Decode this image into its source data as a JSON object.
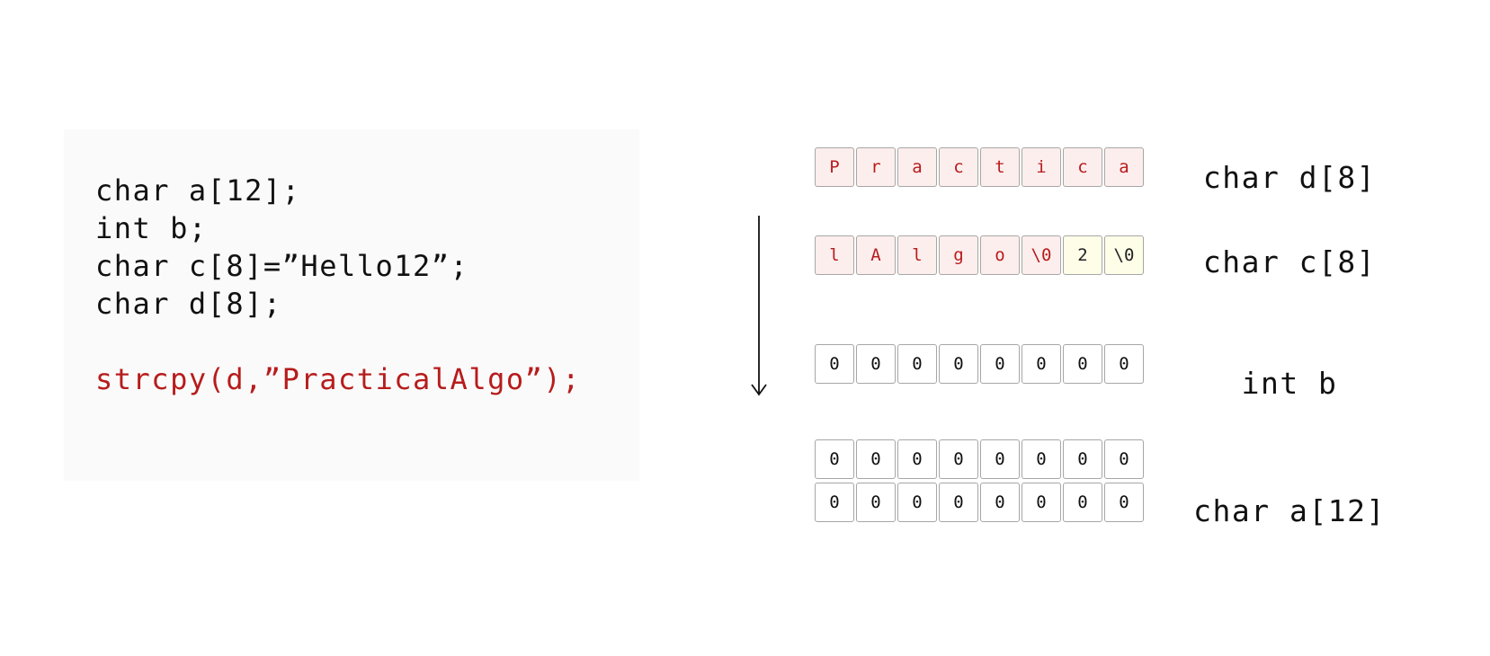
{
  "code": {
    "lines": [
      "char a[12];",
      "int b;",
      "char c[8]=”Hello12”;",
      "char d[8];"
    ],
    "highlight": "strcpy(d,”PracticalAlgo”);"
  },
  "memory": {
    "d": {
      "label": "char d[8]",
      "cells": [
        "P",
        "r",
        "a",
        "c",
        "t",
        "i",
        "c",
        "a"
      ]
    },
    "c": {
      "label": "char c[8]",
      "cells": [
        "l",
        "A",
        "l",
        "g",
        "o",
        "\\0",
        "2",
        "\\0"
      ]
    },
    "b": {
      "label": "int b",
      "cells": [
        "0",
        "0",
        "0",
        "0",
        "0",
        "0",
        "0",
        "0"
      ]
    },
    "a": {
      "label": "char a[12]",
      "rows": [
        [
          "0",
          "0",
          "0",
          "0",
          "0",
          "0",
          "0",
          "0"
        ],
        [
          "0",
          "0",
          "0",
          "0",
          "0",
          "0",
          "0",
          "0"
        ]
      ]
    }
  },
  "colors": {
    "overflow_bg": "#fdeeee",
    "overflow_text": "#b71c1c",
    "leftover_bg": "#fefde8"
  }
}
